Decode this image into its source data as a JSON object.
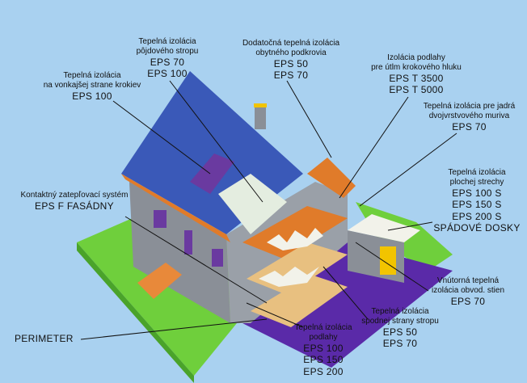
{
  "labels": {
    "l1": {
      "caption_1": "Tepelná izolácia",
      "caption_2": "pôjdového stropu",
      "products": [
        "EPS 70",
        "EPS 100"
      ]
    },
    "l2": {
      "caption_1": "Dodatočná tepelná izolácia",
      "caption_2": "obytného podkrovia",
      "products": [
        "EPS 50",
        "EPS 70"
      ]
    },
    "l3": {
      "caption_1": "Izolácia podlahy",
      "caption_2": "pre útlm krokového hluku",
      "products": [
        "EPS T 3500",
        "EPS T 5000"
      ]
    },
    "l4": {
      "caption_1": "Tepelná izolácia",
      "caption_2": "na vonkajšej strane krokiev",
      "products": [
        "EPS 100"
      ]
    },
    "l5": {
      "caption_1": "Tepelná izolácia pre jadrá",
      "caption_2": "dvojvrstvového muriva",
      "products": [
        "EPS 70"
      ]
    },
    "l6": {
      "caption_1": "Tepelná izolácia",
      "caption_2": "plochej strechy",
      "products": [
        "EPS 100 S",
        "EPS 150 S",
        "EPS 200 S"
      ],
      "extra": "SPÁDOVÉ DOSKY"
    },
    "l7": {
      "caption_1": "Kontaktný zatepľovací systém",
      "products": [
        "EPS F FASÁDNY"
      ]
    },
    "l8": {
      "caption_1": "Vnútorná tepelná",
      "caption_2": "izolácia obvod. stien",
      "products": [
        "EPS 70"
      ]
    },
    "l9": {
      "caption_1": "Tepelná izolácia",
      "caption_2": "spodnej strany stropu",
      "products": [
        "EPS 50",
        "EPS 70"
      ]
    },
    "l10": {
      "caption_1": "Tepelná izolácia",
      "caption_2": "podlahy",
      "products": [
        "EPS 100",
        "EPS 150",
        "EPS 200"
      ]
    },
    "l11": {
      "products": [
        "PERIMETER"
      ]
    }
  },
  "colors": {
    "sky": "#a9d1f0",
    "roof": "#3a59b8",
    "wall": "#8a8f97",
    "grass": "#6fcf3c",
    "insulation": "#f2f2ea",
    "floor_purple": "#5a2aa8",
    "timber": "#e07b2a"
  }
}
